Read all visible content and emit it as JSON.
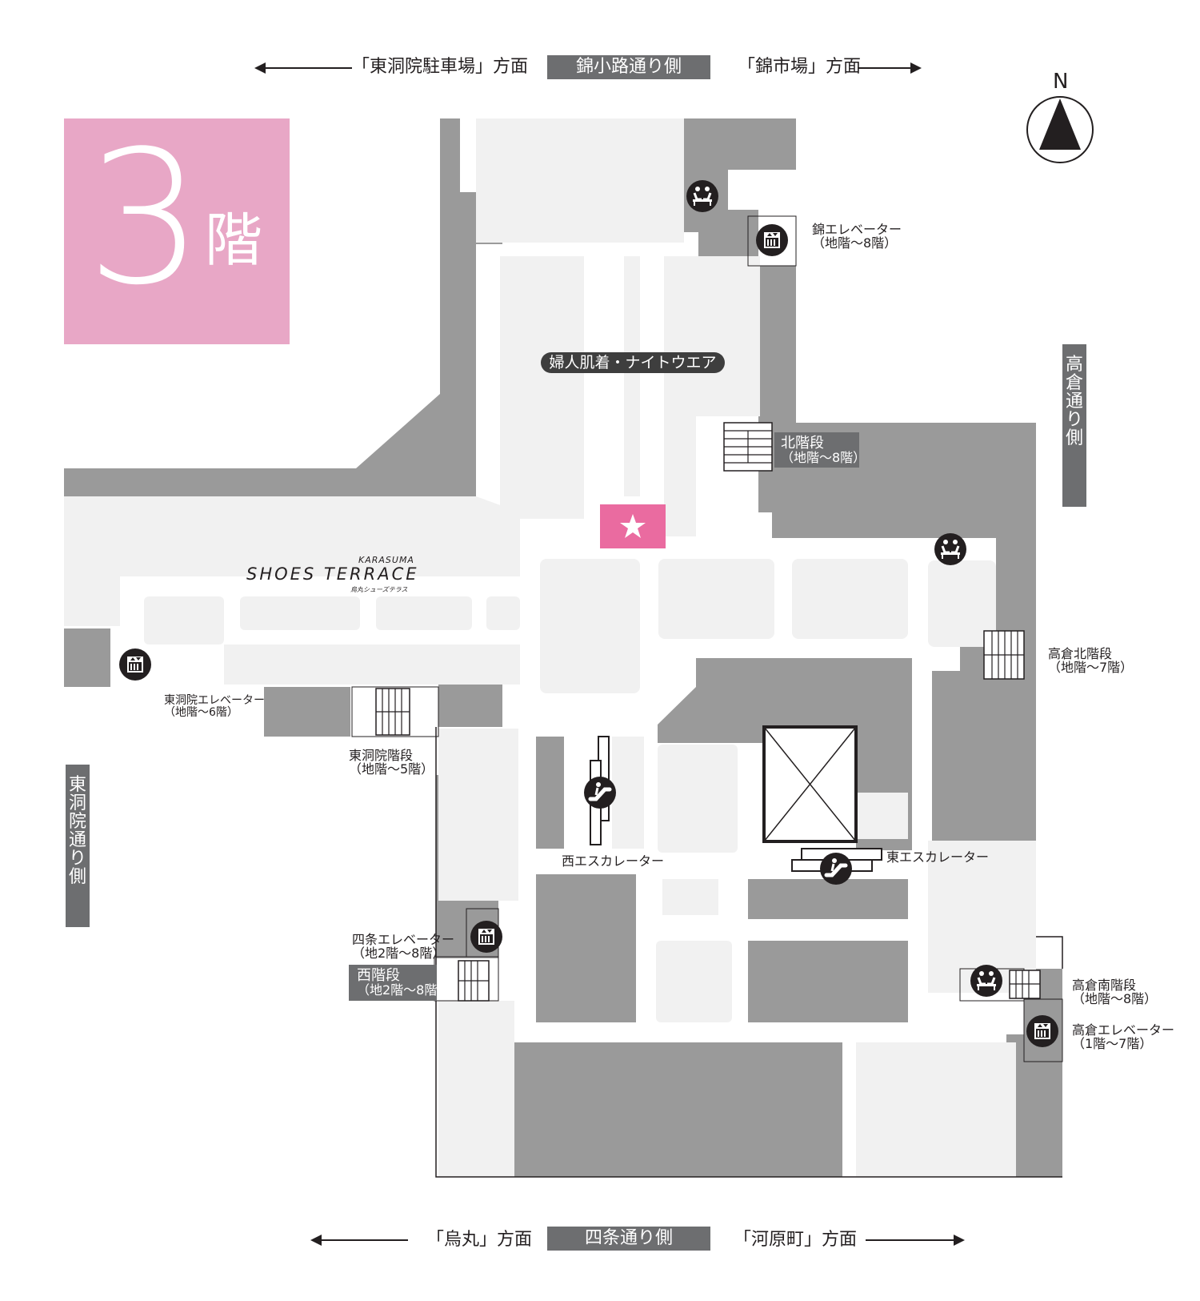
{
  "floor": {
    "number": "3",
    "unit": "階"
  },
  "compass": {
    "label": "N"
  },
  "top_street": {
    "left_direction": "「東洞院駐車場」方面",
    "center": "錦小路通り側",
    "right_direction": "「錦市場」方面"
  },
  "bottom_street": {
    "left_direction": "「烏丸」方面",
    "center": "四条通り側",
    "right_direction": "「河原町」方面"
  },
  "left_street": [
    "東",
    "洞",
    "院",
    "通",
    "り",
    "側"
  ],
  "right_street": [
    "高",
    "倉",
    "通",
    "り",
    "側"
  ],
  "featured_section": "婦人肌着・ナイトウエア",
  "shoes_terrace": {
    "top": "KARASUMA",
    "main": "SHOES TERRACE",
    "sub": "烏丸シューズテラス"
  },
  "facilities": {
    "nishiki_elevator": {
      "name": "錦エレベーター",
      "floors": "（地階〜8階）"
    },
    "north_stairs": {
      "name": "北階段",
      "floors": "（地階〜8階）"
    },
    "takakura_north_stairs": {
      "name": "高倉北階段",
      "floors": "（地階〜7階）"
    },
    "higashinotoin_elevator": {
      "name": "東洞院エレベーター",
      "floors": "（地階〜6階）"
    },
    "higashinotoin_stairs": {
      "name": "東洞院階段",
      "floors": "（地階〜5階）"
    },
    "west_escalator": {
      "name": "西エスカレーター"
    },
    "east_escalator": {
      "name": "東エスカレーター"
    },
    "shijo_elevator": {
      "name": "四条エレベーター",
      "floors": "（地2階〜8階）"
    },
    "west_stairs": {
      "name": "西階段",
      "floors": "（地2階〜8階）"
    },
    "takakura_south_stairs": {
      "name": "高倉南階段",
      "floors": "（地階〜8階）"
    },
    "takakura_elevator": {
      "name": "高倉エレベーター",
      "floors": "（1階〜7階）"
    }
  },
  "colors": {
    "floor_badge": "#e8a7c6",
    "highlight": "#ea6ba0",
    "dark_area": "#9a9a9a",
    "light_area": "#f1f1f1",
    "tag": "#6d6e70"
  }
}
